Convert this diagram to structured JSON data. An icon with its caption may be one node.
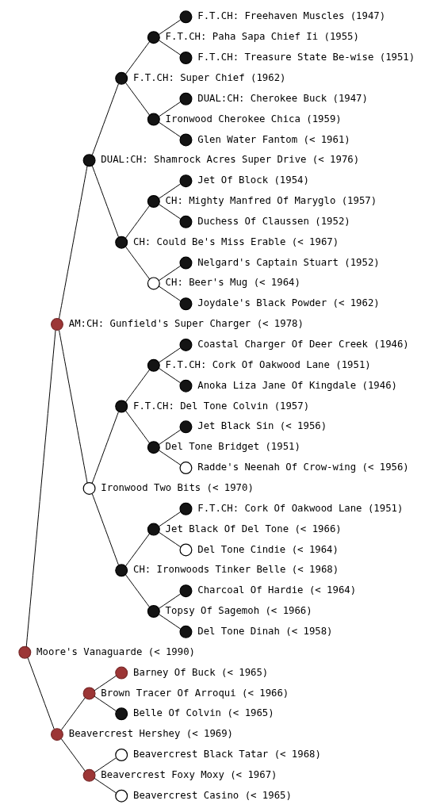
{
  "diagram": {
    "nodes": [
      {
        "text": [],
        "shape": "circle",
        "beside": [
          "F.T.CH: Freehaven Muscles (1947)"
        ]
      },
      {
        "text": [],
        "shape": "circle",
        "beside": [
          "F.T.CH: Paha Sapa Chief Ii (1955)"
        ]
      },
      {
        "text": [],
        "shape": "circle",
        "beside": [
          "F.T.CH: Treasure State Be-wise (1951)"
        ]
      },
      {
        "text": [],
        "shape": "circle",
        "beside": [
          "F.T.CH: Super Chief (1962)"
        ]
      },
      {
        "text": [],
        "shape": "circle",
        "beside": [
          "DUAL:CH: Cherokee Buck (1947)"
        ]
      },
      {
        "text": [],
        "shape": "circle",
        "beside": [
          "Ironwood Cherokee Chica (1959)"
        ]
      },
      {
        "text": [],
        "shape": "circle",
        "beside": [
          "Glen Water Fantom (< 1961)"
        ]
      },
      {
        "text": [],
        "shape": "circle",
        "beside": [
          "DUAL:CH: Shamrock Acres Super Drive (< 1976)"
        ]
      },
      {
        "text": [],
        "shape": "circle",
        "beside": [
          "Jet Of Block (1954)"
        ]
      },
      {
        "text": [],
        "shape": "circle",
        "beside": [
          "CH: Mighty Manfred Of Maryglo (1957)"
        ]
      },
      {
        "text": [],
        "shape": "circle",
        "beside": [
          "Duchess Of Claussen (1952)"
        ]
      },
      {
        "text": [],
        "shape": "circle",
        "beside": [
          "CH: Could Be's Miss Erable (< 1967)"
        ]
      },
      {
        "text": [],
        "shape": "circle",
        "beside": [
          "Nelgard's Captain Stuart (1952)"
        ]
      },
      {
        "text": [],
        "shape": "circle",
        "beside": [
          "CH: Beer's Mug (< 1964)"
        ]
      },
      {
        "text": [],
        "shape": "circle",
        "beside": [
          "Joydale's Black Powder (< 1962)"
        ]
      },
      {
        "text": [],
        "shape": "circle",
        "beside": [
          "AM:CH: Gunfield's Super Charger (< 1978)"
        ]
      },
      {
        "text": [],
        "shape": "circle",
        "beside": [
          "Coastal Charger Of Deer Creek (1946)"
        ]
      },
      {
        "text": [],
        "shape": "circle",
        "beside": [
          "F.T.CH: Cork Of Oakwood Lane (1951)"
        ]
      },
      {
        "text": [],
        "shape": "circle",
        "beside": [
          "Anoka Liza Jane Of Kingdale (1946)"
        ]
      },
      {
        "text": [],
        "shape": "circle",
        "beside": [
          "F.T.CH: Del Tone Colvin (1957)"
        ]
      },
      {
        "text": [],
        "shape": "circle",
        "beside": [
          "Jet Black Sin (< 1956)"
        ]
      },
      {
        "text": [],
        "shape": "circle",
        "beside": [
          "Del Tone Bridget (1951)"
        ]
      },
      {
        "text": [],
        "shape": "circle",
        "beside": [
          "Radde's Neenah Of Crow-wing (< 1956)"
        ]
      },
      {
        "text": [],
        "shape": "circle",
        "beside": [
          "Ironwood Two Bits (< 1970)"
        ]
      },
      {
        "text": [],
        "shape": "circle",
        "beside": [
          "F.T.CH: Cork Of Oakwood Lane (1951)"
        ]
      },
      {
        "text": [],
        "shape": "circle",
        "beside": [
          "Jet Black Of Del Tone (< 1966)"
        ]
      },
      {
        "text": [],
        "shape": "circle",
        "beside": [
          "Del Tone Cindie (< 1964)"
        ]
      },
      {
        "text": [],
        "shape": "circle",
        "beside": [
          "CH: Ironwoods Tinker Belle (< 1968)"
        ]
      },
      {
        "text": [],
        "shape": "circle",
        "beside": [
          "Charcoal Of Hardie (< 1964)"
        ]
      },
      {
        "text": [],
        "shape": "circle",
        "beside": [
          "Topsy Of Sagemoh (< 1966)"
        ]
      },
      {
        "text": [],
        "shape": "circle",
        "beside": [
          "Del Tone Dinah (< 1958)"
        ]
      },
      {
        "text": [],
        "shape": "circle",
        "beside": [
          "Moore's Vanaguarde (< 1990)"
        ]
      },
      {
        "text": [],
        "shape": "circle",
        "beside": [
          "Barney Of Buck (< 1965)"
        ]
      },
      {
        "text": [],
        "shape": "circle",
        "beside": [
          "Brown Tracer Of Arroqui (< 1966)"
        ]
      },
      {
        "text": [],
        "shape": "circle",
        "beside": [
          "Belle Of Colvin (< 1965)"
        ]
      },
      {
        "text": [],
        "shape": "circle",
        "beside": [
          "Beavercrest Hershey (< 1969)"
        ]
      },
      {
        "text": [],
        "shape": "circle",
        "beside": [
          "Beavercrest Black Tatar (< 1968)"
        ]
      },
      {
        "text": [],
        "shape": "circle",
        "beside": [
          "Beavercrest Foxy Moxy (< 1967)"
        ]
      },
      {
        "text": [],
        "shape": "circle",
        "beside": [
          "Beavercrest Casino (< 1965)"
        ]
      }
    ],
    "edges": [
      {
        "from": 31,
        "to": 15,
        "arrow": "none"
      },
      {
        "from": 15,
        "to": 7,
        "arrow": "none"
      },
      {
        "from": 7,
        "to": 3,
        "arrow": "none"
      },
      {
        "from": 3,
        "to": 1,
        "arrow": "none"
      },
      {
        "from": 1,
        "to": 0,
        "arrow": "none"
      },
      {
        "from": 1,
        "to": 2,
        "arrow": "none"
      },
      {
        "from": 3,
        "to": 5,
        "arrow": "none"
      },
      {
        "from": 5,
        "to": 4,
        "arrow": "none"
      },
      {
        "from": 5,
        "to": 6,
        "arrow": "none"
      },
      {
        "from": 7,
        "to": 11,
        "arrow": "none"
      },
      {
        "from": 11,
        "to": 9,
        "arrow": "none"
      },
      {
        "from": 9,
        "to": 8,
        "arrow": "none"
      },
      {
        "from": 9,
        "to": 10,
        "arrow": "none"
      },
      {
        "from": 11,
        "to": 13,
        "arrow": "none"
      },
      {
        "from": 13,
        "to": 12,
        "arrow": "none"
      },
      {
        "from": 13,
        "to": 14,
        "arrow": "none"
      },
      {
        "from": 15,
        "to": 23,
        "arrow": "none"
      },
      {
        "from": 23,
        "to": 19,
        "arrow": "none"
      },
      {
        "from": 19,
        "to": 17,
        "arrow": "none"
      },
      {
        "from": 17,
        "to": 16,
        "arrow": "none"
      },
      {
        "from": 17,
        "to": 18,
        "arrow": "none"
      },
      {
        "from": 19,
        "to": 21,
        "arrow": "none"
      },
      {
        "from": 21,
        "to": 20,
        "arrow": "none"
      },
      {
        "from": 21,
        "to": 22,
        "arrow": "none"
      },
      {
        "from": 23,
        "to": 27,
        "arrow": "none"
      },
      {
        "from": 27,
        "to": 25,
        "arrow": "none"
      },
      {
        "from": 25,
        "to": 24,
        "arrow": "none"
      },
      {
        "from": 25,
        "to": 26,
        "arrow": "none"
      },
      {
        "from": 27,
        "to": 29,
        "arrow": "none"
      },
      {
        "from": 29,
        "to": 28,
        "arrow": "none"
      },
      {
        "from": 29,
        "to": 30,
        "arrow": "none"
      },
      {
        "from": 31,
        "to": 35,
        "arrow": "none"
      },
      {
        "from": 35,
        "to": 33,
        "arrow": "none"
      },
      {
        "from": 33,
        "to": 32,
        "arrow": "none"
      },
      {
        "from": 33,
        "to": 34,
        "arrow": "none"
      },
      {
        "from": 35,
        "to": 37,
        "arrow": "none"
      },
      {
        "from": 37,
        "to": 36,
        "arrow": "none"
      },
      {
        "from": 37,
        "to": 38,
        "arrow": "none"
      }
    ]
  }
}
